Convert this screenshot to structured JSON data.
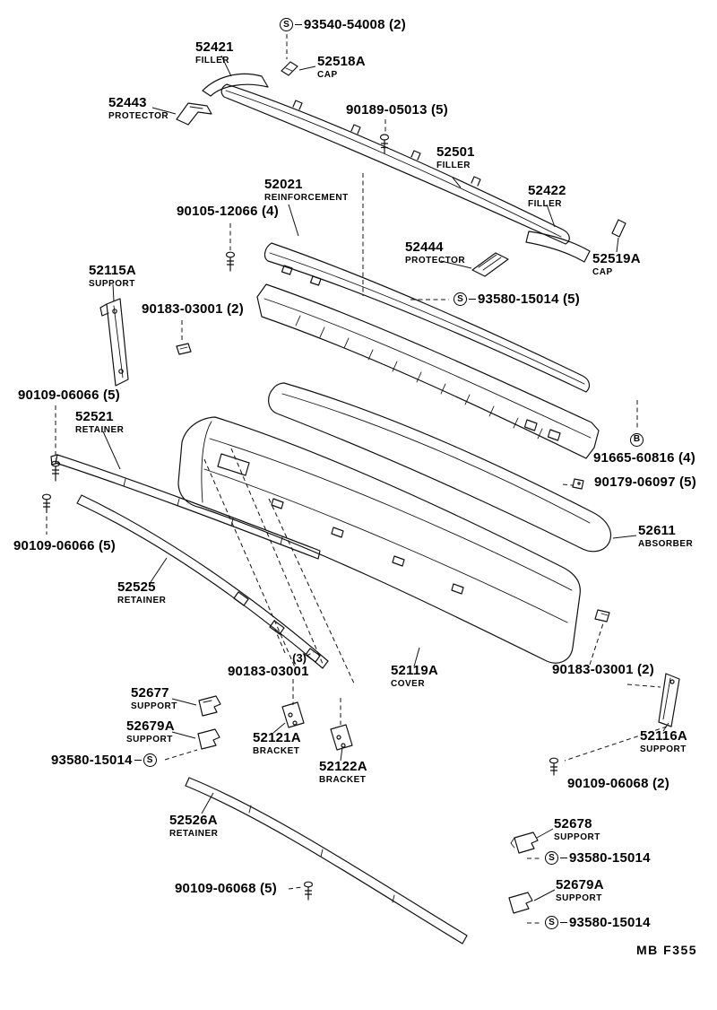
{
  "symbols": {
    "s": "S",
    "b": "B"
  },
  "footer": {
    "code": "MB F355"
  },
  "labels": [
    {
      "number": "93540-54008 (2)",
      "sym": "S"
    },
    {
      "number": "52421",
      "desc": "FILLER"
    },
    {
      "number": "52518A",
      "desc": "CAP"
    },
    {
      "number": "52443",
      "desc": "PROTECTOR"
    },
    {
      "number": "90189-05013 (5)"
    },
    {
      "number": "52501",
      "desc": "FILLER"
    },
    {
      "number": "52021",
      "desc": "REINFORCEMENT"
    },
    {
      "number": "90105-12066 (4)"
    },
    {
      "number": "52422",
      "desc": "FILLER"
    },
    {
      "number": "52444",
      "desc": "PROTECTOR"
    },
    {
      "number": "52519A",
      "desc": "CAP"
    },
    {
      "number": "52115A",
      "desc": "SUPPORT"
    },
    {
      "number": "90183-03001 (2)"
    },
    {
      "number": "93580-15014 (5)",
      "sym": "S"
    },
    {
      "number": "90109-06066 (5)"
    },
    {
      "number": "52521",
      "desc": "RETAINER"
    },
    {
      "number": "91665-60816 (4)",
      "sym": "B"
    },
    {
      "number": "90179-06097 (5)"
    },
    {
      "number": "52611",
      "desc": "ABSORBER"
    },
    {
      "number": "90109-06066 (5)"
    },
    {
      "number": "52525",
      "desc": "RETAINER"
    },
    {
      "number": "90183-03001",
      "qty": "(3)"
    },
    {
      "number": "52119A",
      "desc": "COVER"
    },
    {
      "number": "90183-03001 (2)"
    },
    {
      "number": "52677",
      "desc": "SUPPORT"
    },
    {
      "number": "52679A",
      "desc": "SUPPORT"
    },
    {
      "number": "52121A",
      "desc": "BRACKET"
    },
    {
      "number": "93580-15014",
      "sym": "S"
    },
    {
      "number": "52122A",
      "desc": "BRACKET"
    },
    {
      "number": "52116A",
      "desc": "SUPPORT"
    },
    {
      "number": "90109-06068 (2)"
    },
    {
      "number": "52526A",
      "desc": "RETAINER"
    },
    {
      "number": "52678",
      "desc": "SUPPORT"
    },
    {
      "number": "93580-15014",
      "sym": "S"
    },
    {
      "number": "90109-06068 (5)"
    },
    {
      "number": "52679A",
      "desc": "SUPPORT"
    },
    {
      "number": "93580-15014",
      "sym": "S"
    }
  ]
}
